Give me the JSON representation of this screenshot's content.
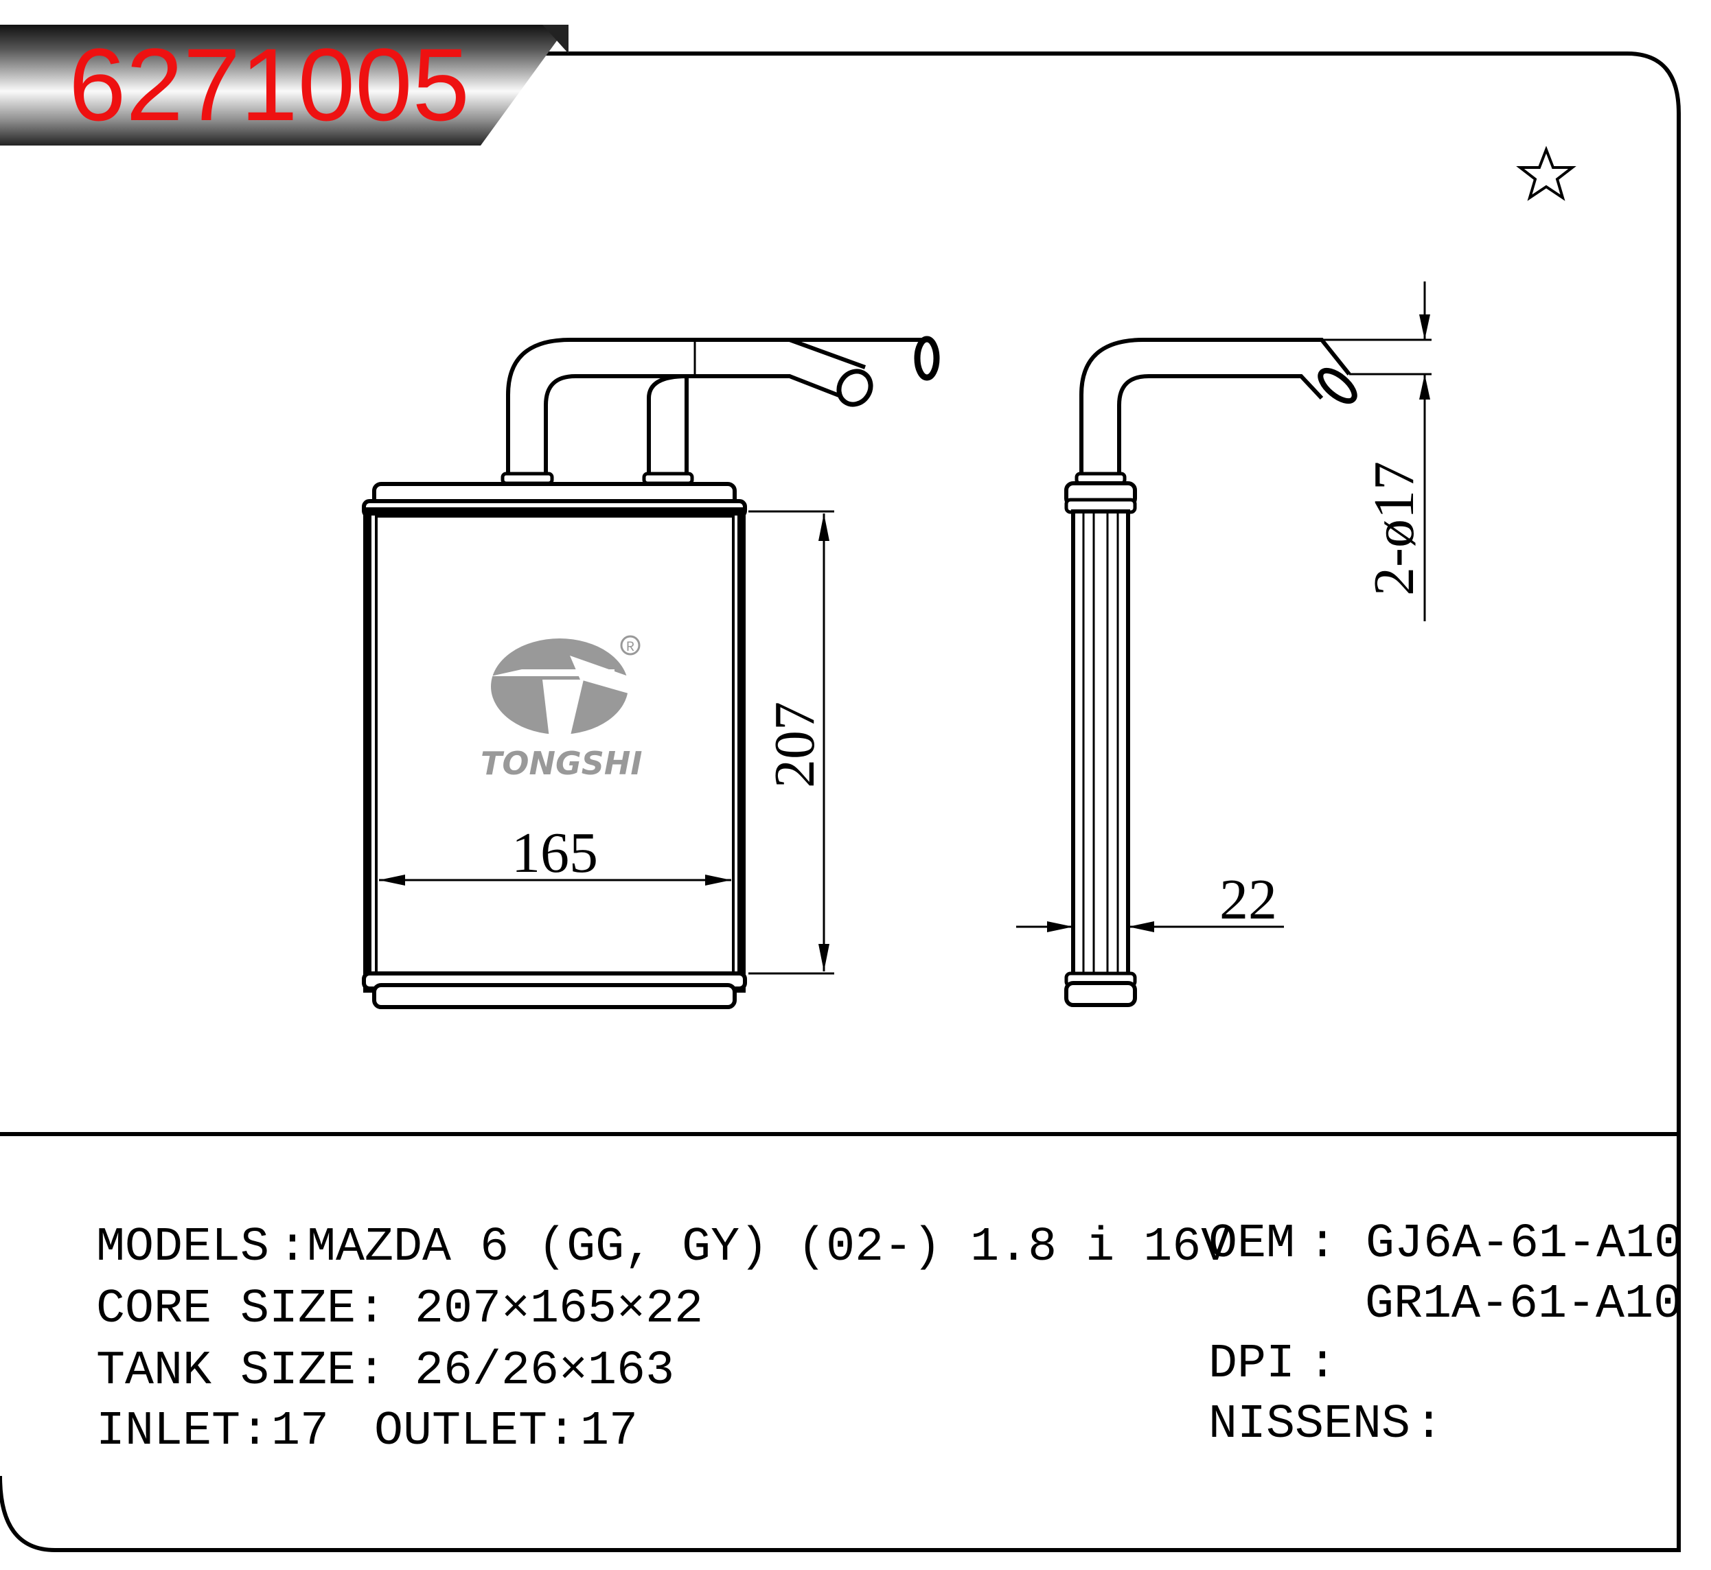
{
  "part_number": "6271005",
  "brand": {
    "name": "TONGSHI",
    "registered_mark": "R"
  },
  "dimensions": {
    "height": "207",
    "width": "165",
    "thickness": "22",
    "pipes": "2-ø17"
  },
  "specs": {
    "models_label": "MODELS",
    "models_value": ":MAZDA 6 (GG, GY) (02-) 1.8 i 16V",
    "core_size_label": "CORE SIZE",
    "core_size_value": ": 207×165×22",
    "tank_size_label": "TANK SIZE",
    "tank_size_value": ": 26/26×163",
    "inlet_label": "INLET:",
    "inlet_value": "17",
    "outlet_label": "OUTLET:",
    "outlet_value": "17",
    "oem_label": "OEM",
    "oem_values": [
      ": GJ6A-61-A10",
      "GR1A-61-A10"
    ],
    "dpi_label": "DPI",
    "dpi_value": ":",
    "nissens_label": "NISSENS",
    "nissens_value": ":"
  },
  "colors": {
    "part_number": "#ee1111",
    "banner_dark": "#333333",
    "logo": "#999999"
  },
  "icons": [
    "star-icon",
    "tongshi-logo-icon"
  ]
}
